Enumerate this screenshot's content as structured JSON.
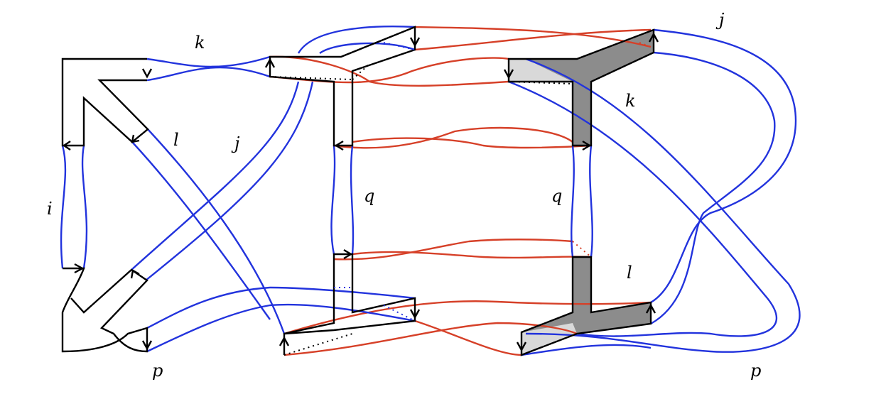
{
  "colors": {
    "band": "#2233dd",
    "strand": "#d64028",
    "outline": "#000000",
    "dark_face": "#8c8c8c",
    "light_face": "#d9d9d9"
  },
  "labels": {
    "k_left": "k",
    "l_left": "l",
    "j_left": "j",
    "i_left": "i",
    "p_left": "p",
    "q_mid": "q",
    "j_right": "j",
    "k_right": "k",
    "q_right": "q",
    "l_right": "l",
    "p_right": "p"
  }
}
